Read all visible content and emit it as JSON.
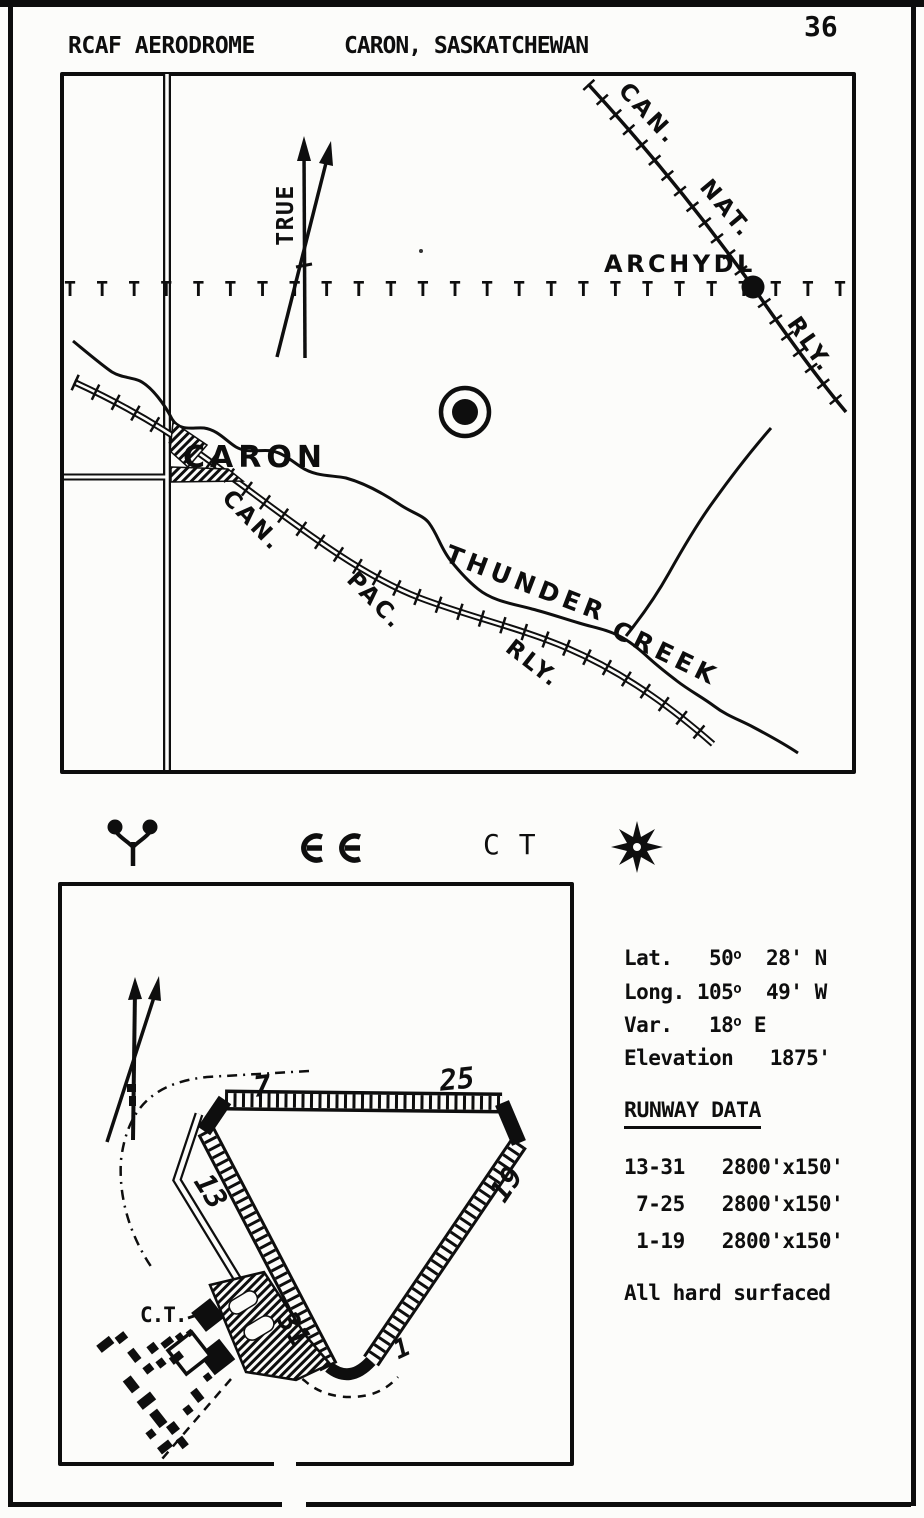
{
  "page": {
    "number": "36",
    "header_left": "RCAF AERODROME",
    "header_right": "CARON, SASKATCHEWAN"
  },
  "map": {
    "railway_cn": {
      "label_1": "CAN.",
      "label_2": "NAT.",
      "label_3": "RLY.",
      "station": "ARCHYDL"
    },
    "railway_cp": {
      "label_1": "CAN.",
      "label_2": "PAC.",
      "label_3": "RLY."
    },
    "creek": {
      "label_1": "THUNDER",
      "label_2": "CREEK"
    },
    "north_arrow_label": "TRUE",
    "town": "CARON",
    "power_line": "T T T T T T T T T T T T T T T T T T T T T T T T T"
  },
  "legend": {
    "control_tower_label": "C T",
    "symbols": [
      {
        "name": "wind-indicator"
      },
      {
        "name": "hangar-symbol"
      },
      {
        "name": "control-tower-label"
      },
      {
        "name": "beacon-star"
      }
    ]
  },
  "info": {
    "rows": [
      {
        "a": "Lat.   50",
        "sup": "o",
        "b": "  28' N"
      },
      {
        "a": "Long. 105",
        "sup": "o",
        "b": "  49' W"
      },
      {
        "a": "Var.   18",
        "sup": "o",
        "b": " E"
      },
      {
        "a": "Elevation",
        "sup": "",
        "b": "   1875'"
      }
    ]
  },
  "runway_data": {
    "heading": "RUNWAY DATA",
    "rows": [
      {
        "pair": "13-31",
        "size": "2800'x150'"
      },
      {
        "pair": " 7-25",
        "size": "2800'x150'"
      },
      {
        "pair": " 1-19",
        "size": "2800'x150'"
      }
    ],
    "note": "All hard surfaced"
  },
  "diagram": {
    "labels": {
      "rwy_7": "7",
      "rwy_25": "25",
      "rwy_13": "13",
      "rwy_31": "31",
      "rwy_19": "19",
      "rwy_1": "1",
      "control_tower": "C.T."
    }
  },
  "colors": {
    "ink": "#0e0e0e",
    "paper": "#fcfcfa"
  }
}
